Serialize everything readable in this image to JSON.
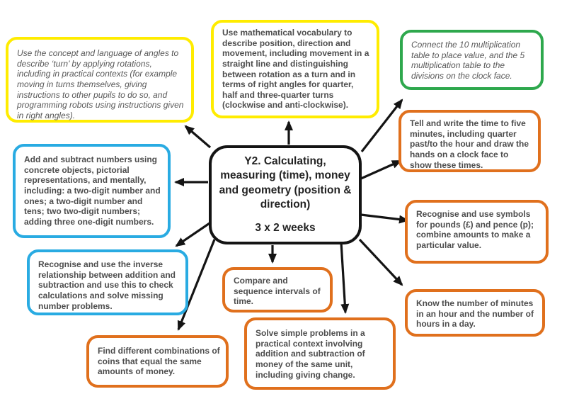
{
  "diagram": {
    "center": {
      "title": "Y2. Calculating, measuring (time), money and geometry (position & direction)",
      "duration": "3 x 2 weeks"
    },
    "nodes": {
      "turn_language": {
        "color": "yellow",
        "style": "italic",
        "text": "Use the concept and language of angles to describe ‘turn’ by applying rotations, including in practical contexts (for example moving in turns themselves, giving instructions to other pupils to do so, and programming robots using instructions given in right angles)."
      },
      "position_vocab": {
        "color": "yellow",
        "style": "bold",
        "text": "Use mathematical vocabulary to describe position, direction and movement, including movement in a straight line and distinguishing between rotation as a turn and in terms of right angles for quarter, half and three-quarter turns (clockwise and anti-clockwise)."
      },
      "multiplication_clock": {
        "color": "green",
        "style": "italic",
        "text": "Connect the 10 multiplication table to place value, and the 5 multiplication table to the divisions on the clock face."
      },
      "tell_time": {
        "color": "orange",
        "style": "bold",
        "text": "Tell and write the time to five minutes, including quarter past/to the hour and draw the hands on a clock face to show these times."
      },
      "pounds_pence": {
        "color": "orange",
        "style": "bold",
        "text": "Recognise and use symbols for pounds (£) and pence (p); combine amounts to make a particular value."
      },
      "minutes_hours": {
        "color": "orange",
        "style": "bold",
        "text": "Know the number of minutes in an hour and the number of hours in a day."
      },
      "add_subtract": {
        "color": "blue",
        "style": "bold",
        "text": "Add and subtract numbers using concrete objects, pictorial representations, and mentally, including: a two-digit number and ones; a two-digit number and tens; two two-digit numbers; adding three one-digit numbers."
      },
      "inverse_relationship": {
        "color": "blue",
        "style": "bold",
        "text": "Recognise and use the inverse relationship between addition and subtraction and use this to check calculations and solve missing number problems."
      },
      "coin_combinations": {
        "color": "orange",
        "style": "bold",
        "text": "Find different combinations of coins that equal the same amounts of money."
      },
      "compare_intervals": {
        "color": "orange",
        "style": "bold",
        "text": "Compare and sequence intervals of time."
      },
      "money_problems": {
        "color": "orange",
        "style": "bold",
        "text": "Solve simple problems in a practical context involving addition and subtraction of money of the same unit, including giving change."
      }
    },
    "connections": [
      {
        "from": "center",
        "to": "turn_language"
      },
      {
        "from": "center",
        "to": "position_vocab"
      },
      {
        "from": "center",
        "to": "multiplication_clock"
      },
      {
        "from": "center",
        "to": "tell_time"
      },
      {
        "from": "center",
        "to": "pounds_pence"
      },
      {
        "from": "center",
        "to": "minutes_hours"
      },
      {
        "from": "center",
        "to": "money_problems"
      },
      {
        "from": "center",
        "to": "compare_intervals"
      },
      {
        "from": "center",
        "to": "coin_combinations"
      },
      {
        "from": "center",
        "to": "inverse_relationship"
      },
      {
        "from": "center",
        "to": "add_subtract"
      }
    ],
    "palette": {
      "yellow": "#ffec00",
      "green": "#2ea84d",
      "orange": "#e0701d",
      "blue": "#29abe2",
      "arrow_black": "#141414",
      "body_text": "#4d4d4d"
    }
  }
}
